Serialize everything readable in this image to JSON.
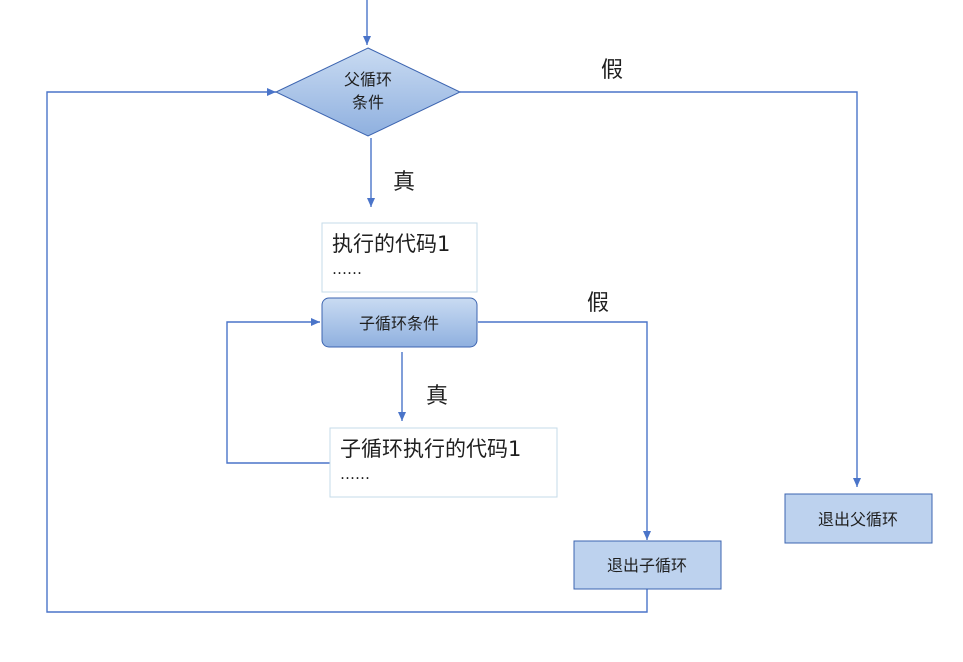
{
  "flowchart": {
    "parent_condition": {
      "line1": "父循环",
      "line2": "条件"
    },
    "child_condition": "子循环条件",
    "parent_code": {
      "line1": "执行的代码1",
      "line2": "……"
    },
    "child_code": {
      "line1": "子循环执行的代码1",
      "line2": "……"
    },
    "exit_child": "退出子循环",
    "exit_parent": "退出父循环",
    "edge_labels": {
      "parent_false": "假",
      "parent_true": "真",
      "child_false": "假",
      "child_true": "真"
    }
  },
  "colors": {
    "line": "#4a74c9",
    "node_fill_light": "#bdd2ee",
    "node_fill_dark": "#8fb0df",
    "node_border": "#3c64b0",
    "exit_fill": "#bdd2ee",
    "code_border": "#c6dbe8"
  }
}
